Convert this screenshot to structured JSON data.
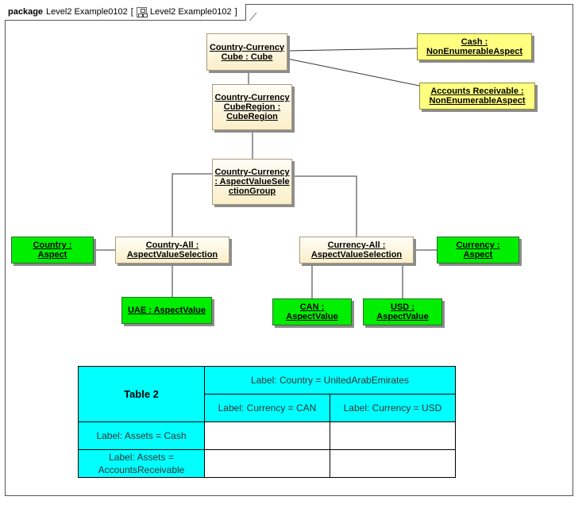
{
  "frame": {
    "keyword": "package",
    "name": "Level2 Example0102",
    "bracket_open": "[",
    "diagram_name": "Level2 Example0102",
    "bracket_close": "]"
  },
  "nodes": {
    "cube": "Country-Currency Cube : Cube",
    "cube_region": "Country-Currency CubeRegion : CubeRegion",
    "selection_group": "Country-Currency : AspectValueSelectionGroup",
    "cash": "Cash : NonEnumerableAspect",
    "accounts_receivable": "Accounts Receivable : NonEnumerableAspect",
    "country_all": "Country-All : AspectValueSelection",
    "currency_all": "Currency-All : AspectValueSelection",
    "country_aspect": "Country : Aspect",
    "currency_aspect": "Currency : Aspect",
    "uae": "UAE : AspectValue",
    "can": "CAN : AspectValue",
    "usd": "USD : AspectValue"
  },
  "table": {
    "title": "Table 2",
    "col_group": "Label: Country = UnitedArabEmirates",
    "col1": "Label: Currency = CAN",
    "col2": "Label: Currency = USD",
    "row1": "Label: Assets = Cash",
    "row2": "Label: Assets = AccountsReceivable"
  },
  "colors": {
    "beige_fill": "#fbefc9",
    "yellow_fill": "#ffff80",
    "green_fill": "#00ee00",
    "table_cyan": "#00ffff"
  }
}
